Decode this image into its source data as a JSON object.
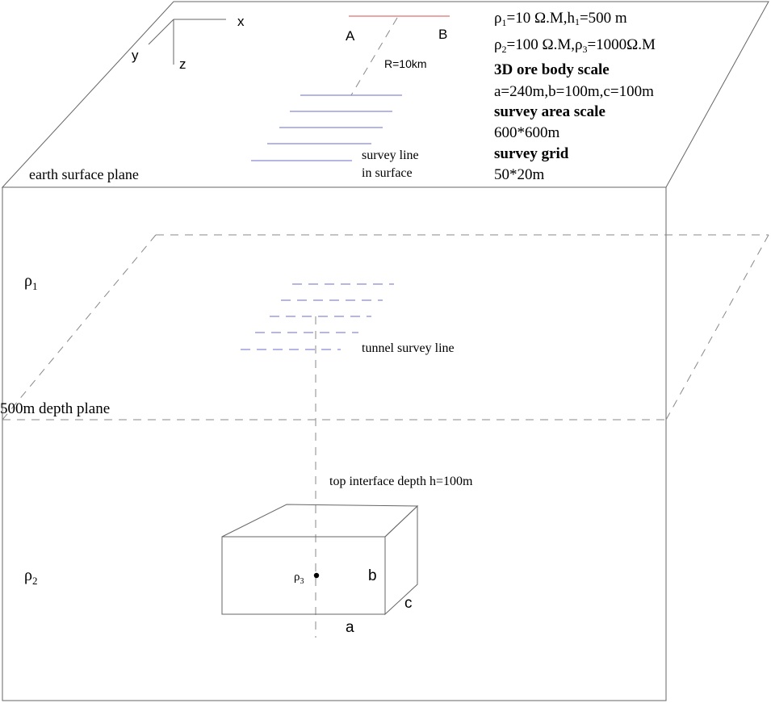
{
  "axes": {
    "x": "x",
    "y": "y",
    "z": "z"
  },
  "electrodes": {
    "a": "A",
    "b": "B",
    "radius": "R=10km"
  },
  "surface": {
    "plane_label": "earth surface plane",
    "survey_line_label_1": "survey line",
    "survey_line_label_2": "in surface"
  },
  "params": {
    "line1": {
      "rho": "ρ",
      "sub": "1",
      "rest": "=10 Ω.M,h",
      "h_sub": "1",
      "tail": "=500 m"
    },
    "line2": {
      "rho": "ρ",
      "sub": "2",
      "mid": "=100 Ω.M,ρ",
      "sub3": "3",
      "tail": "=1000Ω.M"
    },
    "ore_heading": "3D ore body scale",
    "ore_value": "a=240m,b=100m,c=100m",
    "area_heading": "survey area scale",
    "area_value": "600*600m",
    "grid_heading": "survey grid",
    "grid_value": "50*20m"
  },
  "underground": {
    "rho1": {
      "symbol": "ρ",
      "sub": "1"
    },
    "rho2": {
      "symbol": "ρ",
      "sub": "2"
    },
    "tunnel_label": "tunnel survey line",
    "depth_plane_label": "500m depth plane",
    "top_depth_label": "top interface depth h=100m"
  },
  "ore_body": {
    "rho3": {
      "symbol": "ρ",
      "sub": "3"
    },
    "edge_a": "a",
    "edge_b": "b",
    "edge_c": "c"
  }
}
